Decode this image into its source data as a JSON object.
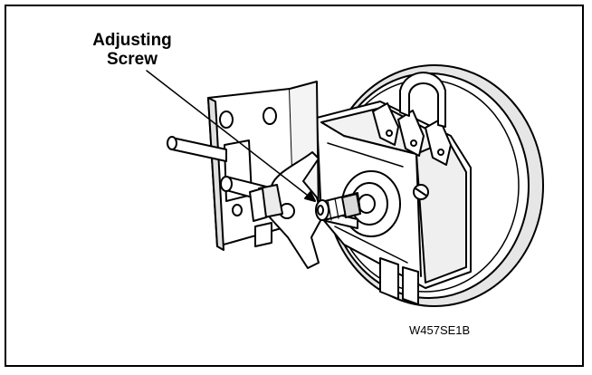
{
  "figure": {
    "callout_line1": "Adjusting",
    "callout_line2": "Screw",
    "figure_id": "W457SE1B"
  },
  "colors": {
    "ink": "#000000",
    "paper": "#ffffff",
    "shade": "#d9d9d9"
  }
}
